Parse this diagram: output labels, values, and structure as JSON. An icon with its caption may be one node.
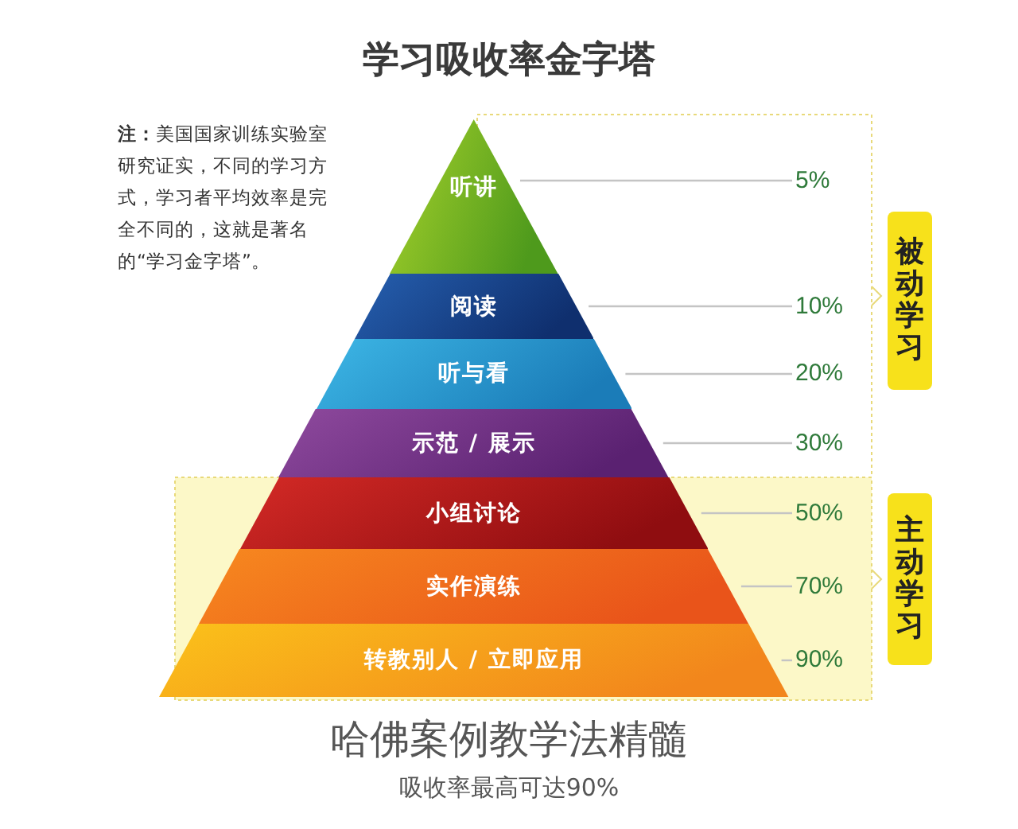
{
  "diagram": {
    "title": "学习吸收率金字塔",
    "nodes": [
      {
        "text": [
          "听讲"
        ]
      },
      {
        "text": [
          "阅读"
        ]
      },
      {
        "text": [
          "听与看"
        ]
      },
      {
        "text": [
          "示范 / 展示"
        ]
      },
      {
        "text": [
          "小组讨论"
        ]
      },
      {
        "text": [
          "实作演练"
        ]
      },
      {
        "text": [
          "转教别人 / 立即应用"
        ]
      },
      {
        "text": [
          "5%"
        ]
      },
      {
        "text": [
          "10%"
        ]
      },
      {
        "text": [
          "20%"
        ]
      },
      {
        "text": [
          "30%"
        ]
      },
      {
        "text": [
          "50%"
        ]
      },
      {
        "text": [
          "70%"
        ]
      },
      {
        "text": [
          "90%"
        ]
      },
      {
        "text": [
          "被动学习"
        ]
      },
      {
        "text": [
          "主动学习"
        ]
      }
    ],
    "edges": [
      {
        "from": 0,
        "to": 7,
        "arrow": "none"
      },
      {
        "from": 1,
        "to": 8,
        "arrow": "none"
      },
      {
        "from": 2,
        "to": 9,
        "arrow": "none"
      },
      {
        "from": 3,
        "to": 10,
        "arrow": "none"
      },
      {
        "from": 4,
        "to": 11,
        "arrow": "none"
      },
      {
        "from": 5,
        "to": 12,
        "arrow": "none"
      },
      {
        "from": 6,
        "to": 13,
        "arrow": "none"
      }
    ],
    "labels": [
      "**注：**美国国家训练实验室研究证实，不同的学习方式，学习者平均效率是完全不同的，这就是著名的“学习金字塔”。",
      "哈佛案例教学法精髓",
      "吸收率最高可达90%"
    ]
  }
}
